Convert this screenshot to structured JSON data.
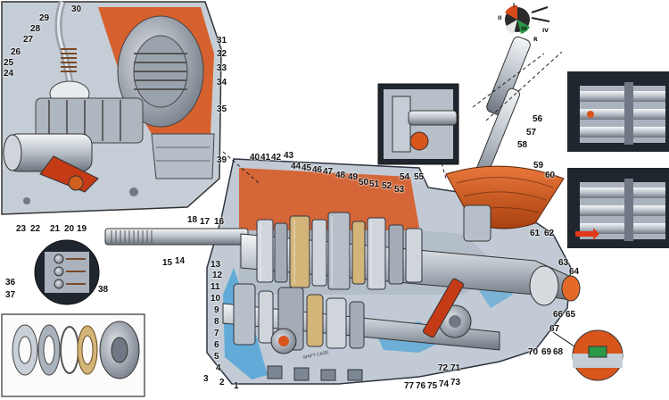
{
  "gear_diagram": {
    "pattern": {
      "labels": [
        "I",
        "II",
        "III",
        "IV",
        "R"
      ]
    },
    "callouts": [
      "1",
      "2",
      "3",
      "4",
      "5",
      "6",
      "7",
      "8",
      "9",
      "10",
      "11",
      "12",
      "13",
      "14",
      "15",
      "16",
      "17",
      "18",
      "19",
      "20",
      "21",
      "22",
      "23",
      "24",
      "25",
      "26",
      "27",
      "28",
      "29",
      "30",
      "31",
      "32",
      "33",
      "34",
      "35",
      "36",
      "37",
      "38",
      "39",
      "40",
      "41",
      "42",
      "43",
      "44",
      "45",
      "46",
      "47",
      "48",
      "49",
      "50",
      "51",
      "52",
      "53",
      "54",
      "55",
      "56",
      "57",
      "58",
      "59",
      "60",
      "61",
      "62",
      "63",
      "64",
      "65",
      "66",
      "67",
      "68",
      "69",
      "70",
      "71",
      "72",
      "73",
      "74",
      "75",
      "76",
      "77"
    ]
  },
  "colors": {
    "housing": "#c9d2dc",
    "cutaway": "#d8551c",
    "shaft": "#d9dde2",
    "oil_blue": "#4aa3d8",
    "inset_dark": "#20262e",
    "gear_grey": "#8f9aa6"
  }
}
